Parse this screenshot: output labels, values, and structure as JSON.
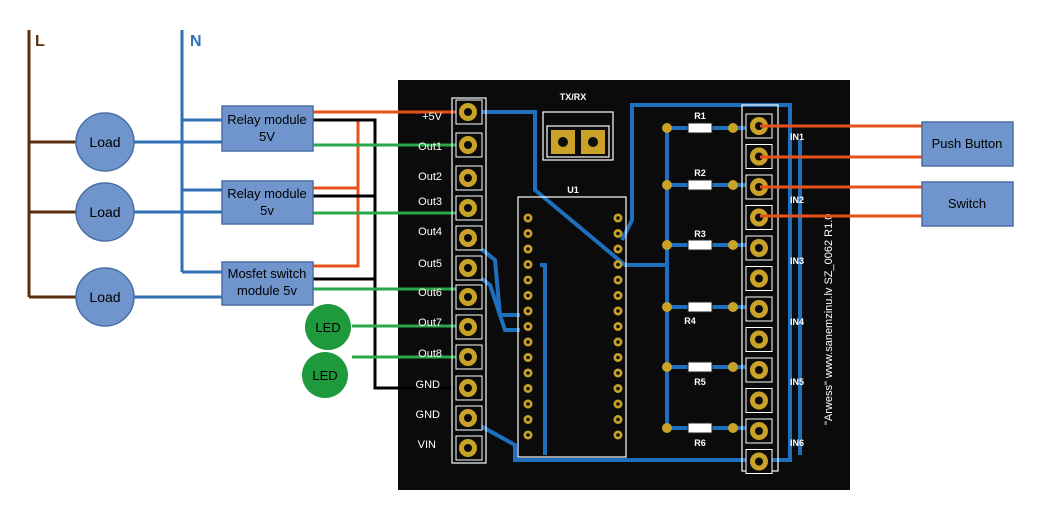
{
  "mains": {
    "line_label": "L",
    "neutral_label": "N"
  },
  "loads": [
    "Load",
    "Load",
    "Load"
  ],
  "modules": {
    "relay1": [
      "Relay module",
      "5V"
    ],
    "relay2": [
      "Relay module",
      "5v"
    ],
    "mosfet": [
      "Mosfet switch",
      "module 5v"
    ]
  },
  "leds": [
    "LED",
    "LED"
  ],
  "inputs_external": {
    "push_button": "Push Button",
    "switch": "Switch"
  },
  "board": {
    "header_tx_rx": "TX/RX",
    "chip_label": "U1",
    "left_pins": [
      "+5V",
      "Out1",
      "Out2",
      "Out3",
      "Out4",
      "Out5",
      "Out6",
      "Out7",
      "Out8",
      "GND",
      "GND",
      "VIN"
    ],
    "resistors": [
      "R1",
      "R2",
      "R3",
      "R4",
      "R5",
      "R6"
    ],
    "input_labels": [
      "IN1",
      "IN2",
      "IN3",
      "IN4",
      "IN5",
      "IN6"
    ],
    "vertical_text": "\"Arwess\"  www.sanemzinu.lv  SZ_0062  R1.0"
  },
  "colors": {
    "live": "#5a2d0c",
    "neutral": "#2f6fb5",
    "power": "#e8501c",
    "signal": "#2aa84a",
    "ground": "#000000",
    "component_fill": "#6f95cc",
    "led_fill": "#1e9a3c",
    "pcb": "#0b0b0b",
    "trace": "#1f6fbf"
  }
}
